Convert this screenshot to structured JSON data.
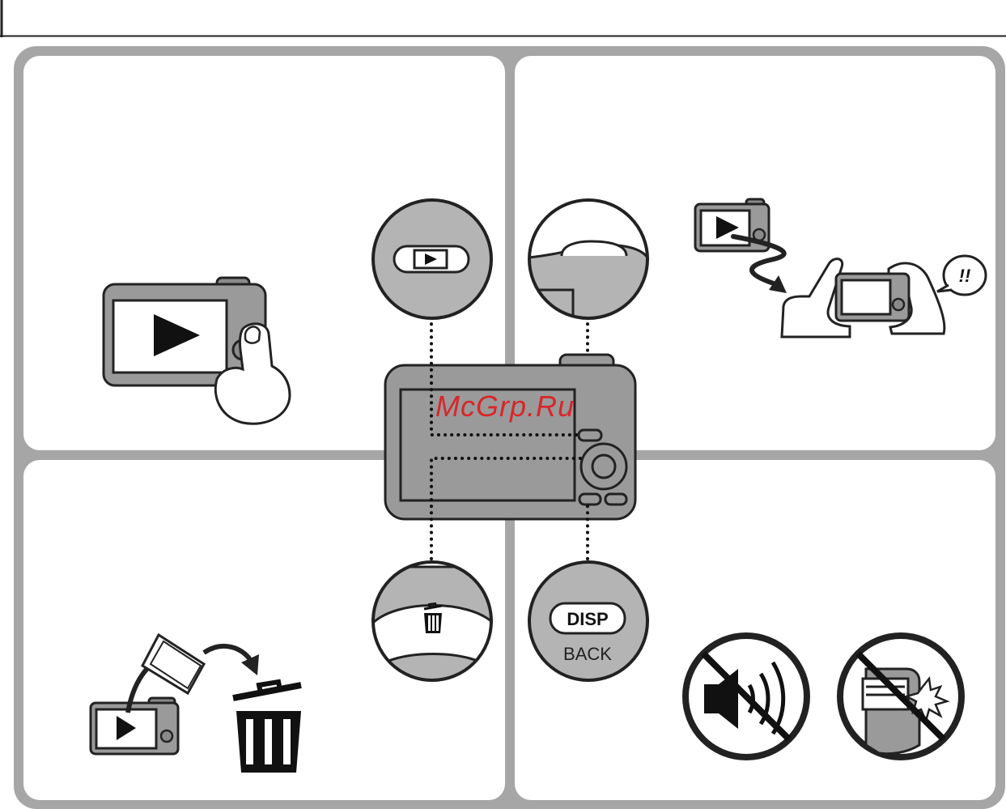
{
  "header": {
    "bar": "empty-title-bar"
  },
  "panels": {
    "top_left": {
      "illustration": "camera-playback-button-press"
    },
    "top_right": {
      "illustration": "hand-camera-to-friend"
    },
    "bottom_left": {
      "illustration": "picture-to-trash"
    },
    "bottom_right": {
      "illustration": "no-sound-no-flash"
    }
  },
  "callouts": {
    "playback": {
      "icon": "playback-icon"
    },
    "shutter": {
      "icon": "shutter-button"
    },
    "delete": {
      "icon": "trash-icon"
    },
    "disp": {
      "label": "DISP",
      "sublabel": "BACK"
    }
  },
  "speech_bubble": {
    "text": "!!"
  },
  "watermark": {
    "text": "McGrp.Ru"
  },
  "colors": {
    "panel_frame": "#a6a6a6",
    "camera_body": "#9a9a9a",
    "callout_fill": "#b4b4b4",
    "watermark": "#d8262a"
  }
}
